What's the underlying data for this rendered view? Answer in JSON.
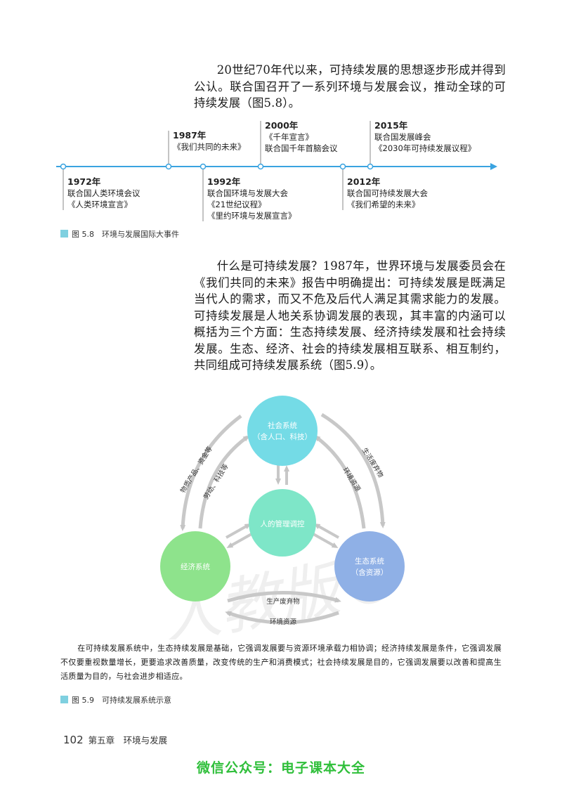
{
  "intro_paragraph": "20世纪70年代以来，可持续发展的思想逐步形成并得到公认。联合国召开了一系列环境与发展会议，推动全球的可持续发展（图5.8）。",
  "timeline": {
    "events": [
      {
        "year": "1972年",
        "lines": [
          "联合国人类环境会议",
          "《人类环境宣言》"
        ]
      },
      {
        "year": "1987年",
        "lines": [
          "《我们共同的未来》"
        ]
      },
      {
        "year": "1992年",
        "lines": [
          "联合国环境与发展大会",
          "《21世纪议程》",
          "《里约环境与发展宣言》"
        ]
      },
      {
        "year": "2000年",
        "lines": [
          "《千年宣言》",
          "联合国千年首脑会议"
        ]
      },
      {
        "year": "2012年",
        "lines": [
          "联合国可持续发展大会",
          "《我们希望的未来》"
        ]
      },
      {
        "year": "2015年",
        "lines": [
          "联合国发展峰会",
          "《2030年可持续发展议程》"
        ]
      }
    ],
    "caption": "图 5.8　环境与发展国际大事件",
    "accent_color": "#3aa3e0"
  },
  "body_paragraph": "什么是可持续发展？1987年，世界环境与发展委员会在《我们共同的未来》报告中明确提出：可持续发展是既满足当代人的需求，而又不危及后代人满足其需求能力的发展。可持续发展是人地关系协调发展的表现，其丰富的内涵可以概括为三个方面：生态持续发展、经济持续发展和社会持续发展。生态、经济、社会的持续发展相互联系、相互制约，共同组成可持续发展系统（图5.9）。",
  "diagram": {
    "social": {
      "line1": "社会系统",
      "line2": "（含人口、科技）",
      "color": "#74dbe6"
    },
    "center": {
      "line1": "人的管理调控",
      "color": "#7ee6c8"
    },
    "economic": {
      "line1": "经济系统",
      "color": "#8ee38c"
    },
    "ecological": {
      "line1": "生态系统",
      "line2": "（含资源）",
      "color": "#8fb0e6"
    },
    "labels": {
      "material_funds": "物质产品、资金等",
      "labor_tech": "劳动、科技等",
      "living_waste": "生活废弃物",
      "env_resource_right": "环境资源",
      "production_waste": "生产废弃物",
      "env_resource_bottom": "环境资源"
    }
  },
  "diagram_note": "在可持续发展系统中，生态持续发展是基础，它强调发展要与资源环境承载力相协调；经济持续发展是条件，它强调发展不仅要重视数量增长，更要追求改善质量，改变传统的生产和消费模式；社会持续发展是目的，它强调发展要以改善和提高生活质量为目的，与社会进步相适应。",
  "diagram_caption": "图 5.9　可持续发展系统示意",
  "watermark": "人教版®",
  "footer": {
    "page_number": "102",
    "chapter": "第五章　环境与发展"
  },
  "wechat_banner": "微信公众号：电子课本大全"
}
